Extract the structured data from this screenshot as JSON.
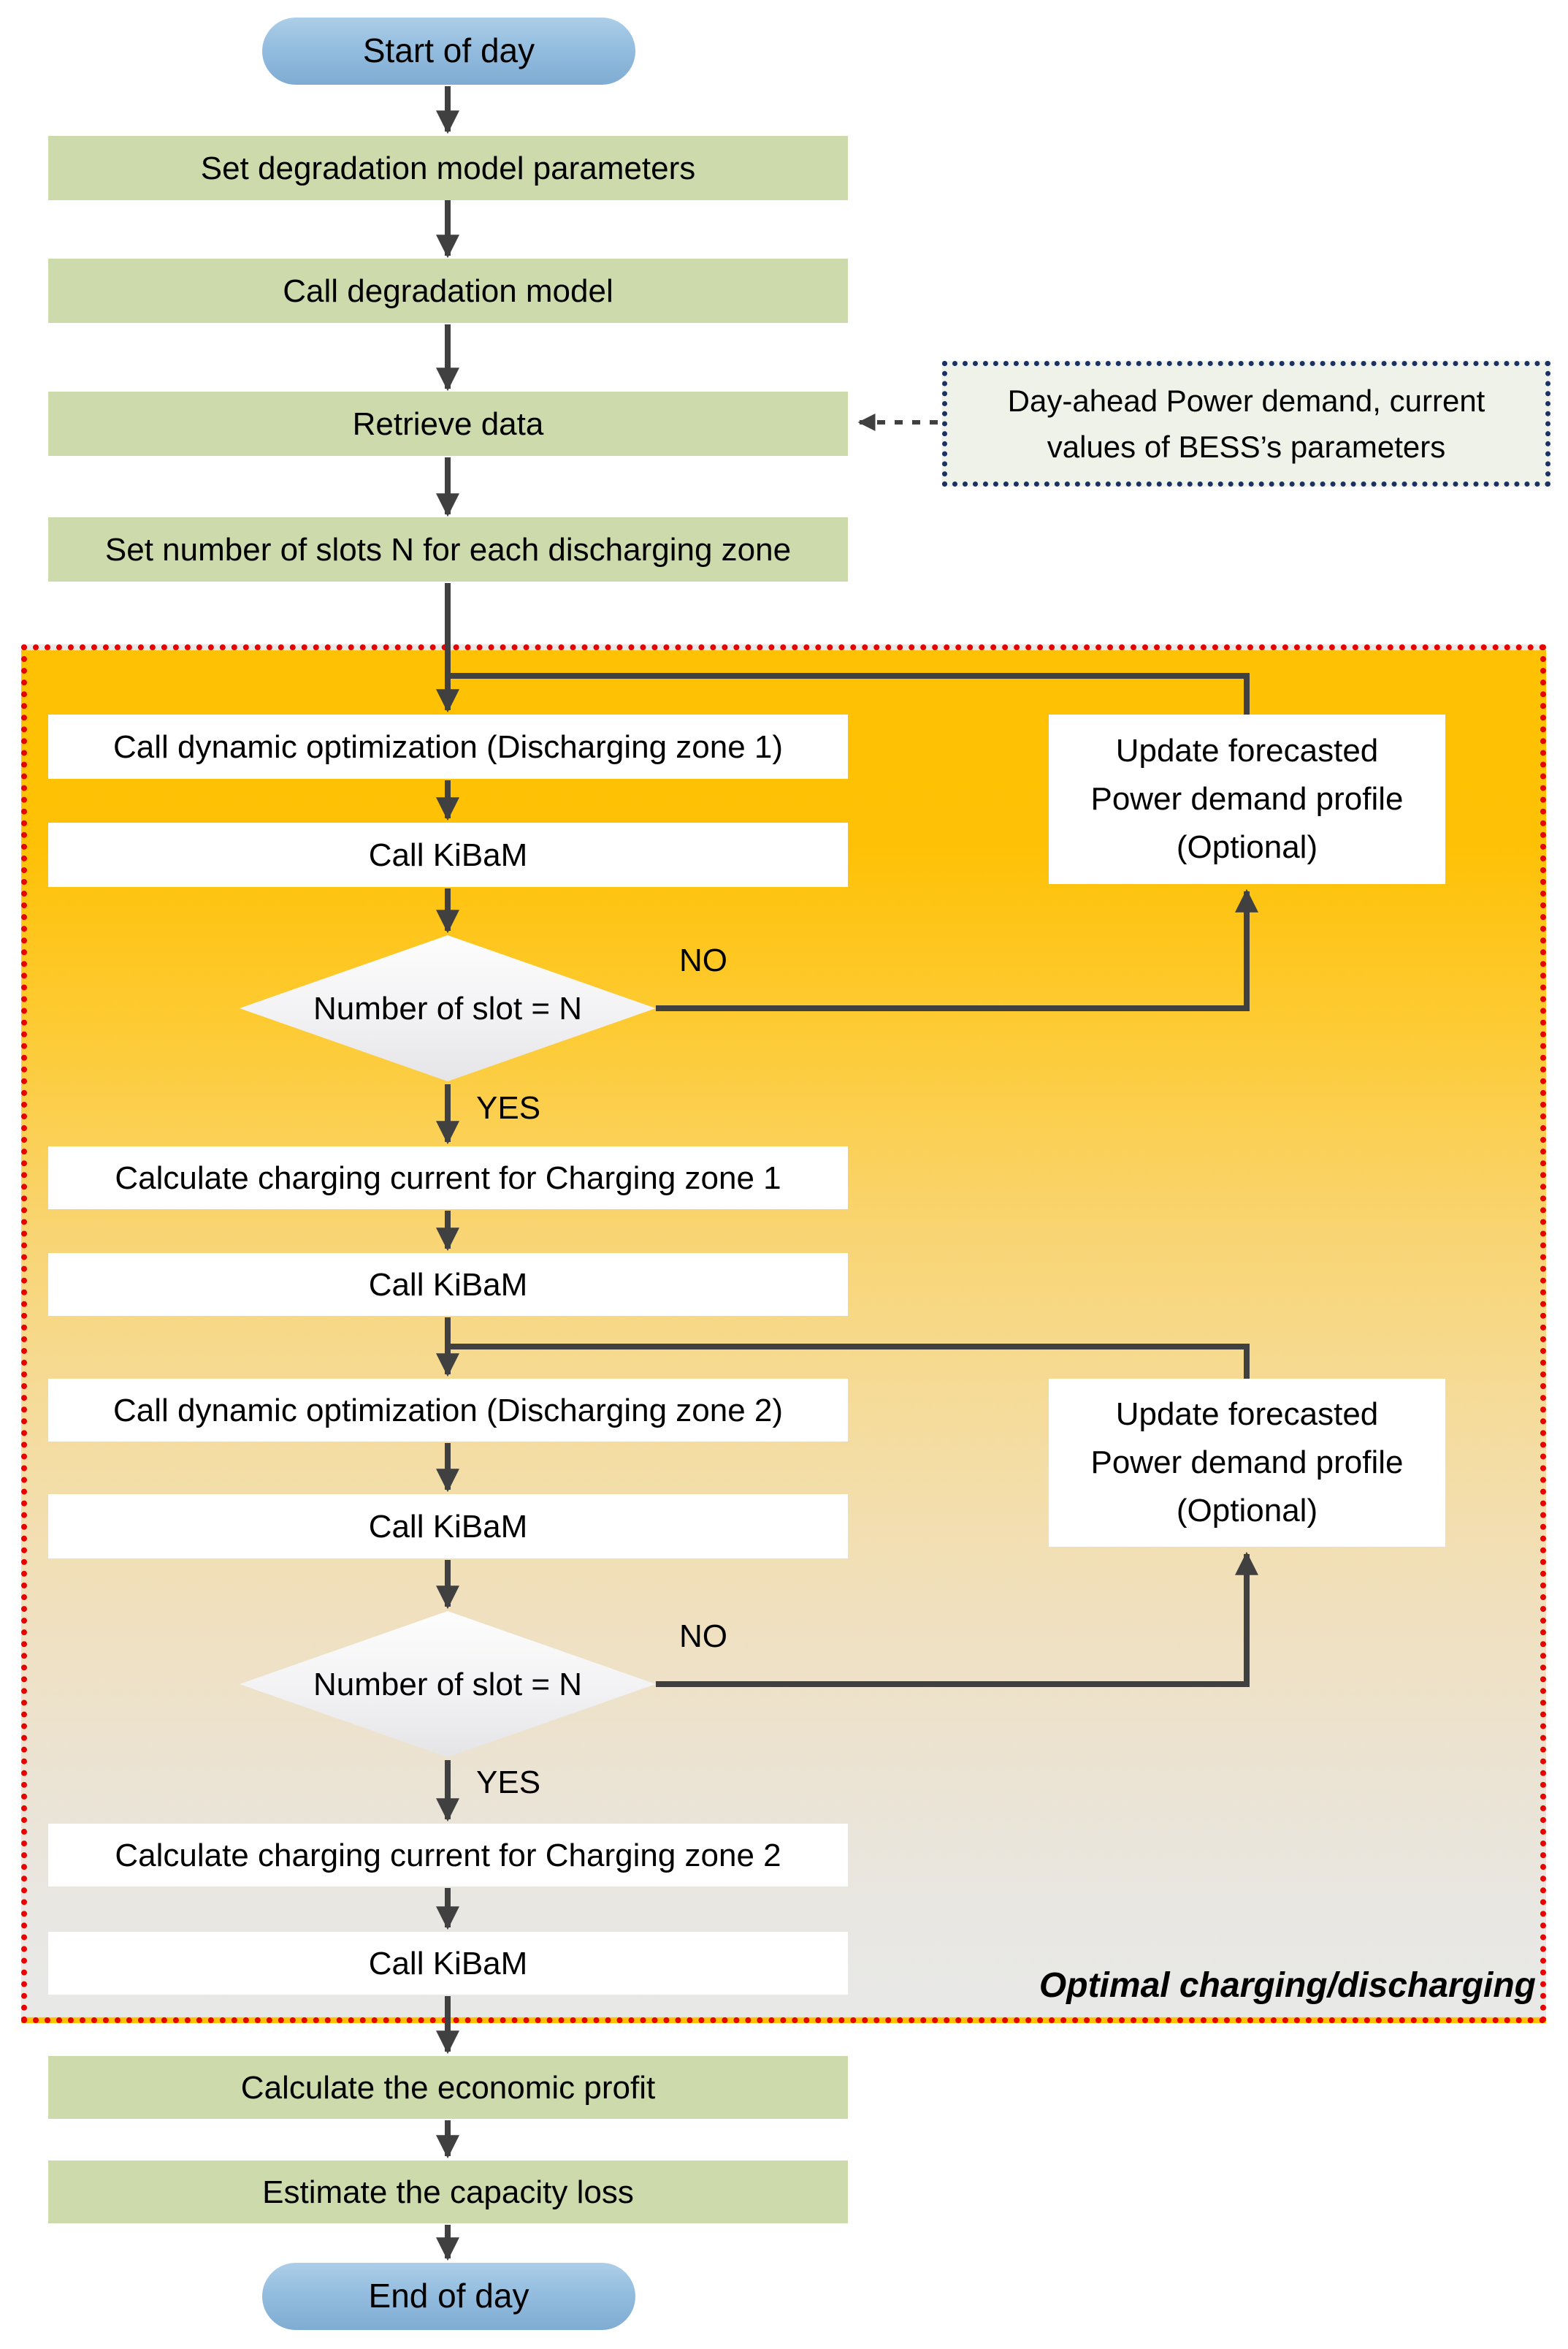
{
  "colors": {
    "terminal_fill_top": "#ACCEE8",
    "terminal_fill_bottom": "#7FACD3",
    "process_fill": "#CCDAAC",
    "subprocess_fill": "#FFFFFF",
    "decision_fill": "#F4F4F6",
    "region_border": "#E80000",
    "region_gradient_top": "#FFC103",
    "region_gradient_bottom": "#E8E8E7",
    "note_border": "#1B3064",
    "note_fill": "#EEF2E8",
    "arrow": "#404040",
    "text": "#000000"
  },
  "nodes": {
    "start": {
      "label": "Start of day"
    },
    "set_params": {
      "label": "Set degradation model parameters"
    },
    "call_degradation": {
      "label": "Call degradation model"
    },
    "retrieve_data": {
      "label": "Retrieve data"
    },
    "data_note": {
      "label": "Day-ahead Power demand, current values of BESS’s parameters"
    },
    "set_slots": {
      "label": "Set number of slots N for each discharging zone"
    },
    "dyn_opt_zone1": {
      "label": "Call dynamic optimization (Discharging zone 1)"
    },
    "call_kibam": {
      "label": "Call KiBaM"
    },
    "decision_slots": {
      "label": "Number of slot = N"
    },
    "update_forecast": {
      "label": "Update forecasted Power demand profile (Optional)"
    },
    "calc_charge_zone1": {
      "label": "Calculate charging current for Charging zone 1"
    },
    "dyn_opt_zone2": {
      "label": "Call dynamic optimization (Discharging zone 2)"
    },
    "calc_charge_zone2": {
      "label": "Calculate charging current for Charging zone 2"
    },
    "econ_profit": {
      "label": "Calculate the economic profit"
    },
    "capacity_loss": {
      "label": "Estimate the capacity loss"
    },
    "end": {
      "label": "End of day"
    }
  },
  "region_label": "Optimal charging/discharging",
  "edge_labels": {
    "no": "NO",
    "yes": "YES"
  }
}
